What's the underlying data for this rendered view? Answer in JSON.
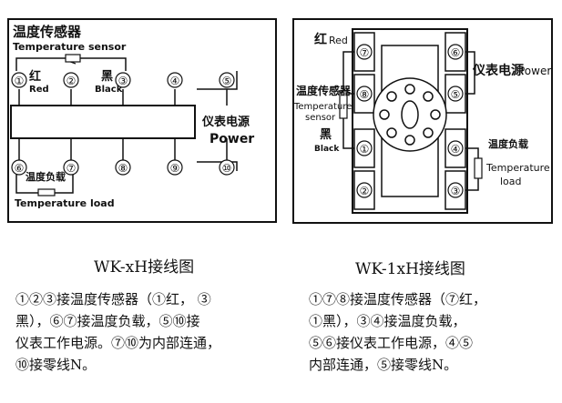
{
  "left": {
    "sensor_cn": "温度传感器",
    "sensor_en": "Temperature sensor",
    "red_cn": "红",
    "red_en": "Red",
    "black_cn": "黑",
    "black_en": "Black",
    "power_cn": "仪表电源",
    "power_en": "Power",
    "load_cn": "温度负载",
    "load_en": "Temperature load",
    "terminals": [
      "①",
      "②",
      "③",
      "④",
      "⑤",
      "⑥",
      "⑦",
      "⑧",
      "⑨",
      "⑩"
    ],
    "caption": "WK-xH接线图",
    "desc_lines": [
      "①②③接温度传感器（①红， ③",
      "黑），⑥⑦接温度负载，⑤⑩接",
      "仪表工作电源。⑦⑩为内部连通，",
      "⑩接零线N。"
    ]
  },
  "right": {
    "red_cn": "红",
    "red_en": "Red",
    "sensor_cn": "温度传感器",
    "sensor_en1": "Temperature",
    "sensor_en2": "sensor",
    "black_cn": "黑",
    "black_en": "Black",
    "power_cn": "仪表电源",
    "power_en": "Power",
    "load_cn": "温度负载",
    "load_en1": "Temperature",
    "load_en2": "load",
    "left_terminals": [
      "⑦",
      "⑧",
      "①",
      "②"
    ],
    "right_terminals": [
      "⑥",
      "⑤",
      "④",
      "③"
    ],
    "caption": "WK-1xH接线图",
    "desc_lines": [
      "①⑦⑧接温度传感器（⑦红，",
      "①黑），③④接温度负载，",
      "⑤⑥接仪表工作电源，④⑤",
      "内部连通，⑤接零线N。"
    ]
  }
}
